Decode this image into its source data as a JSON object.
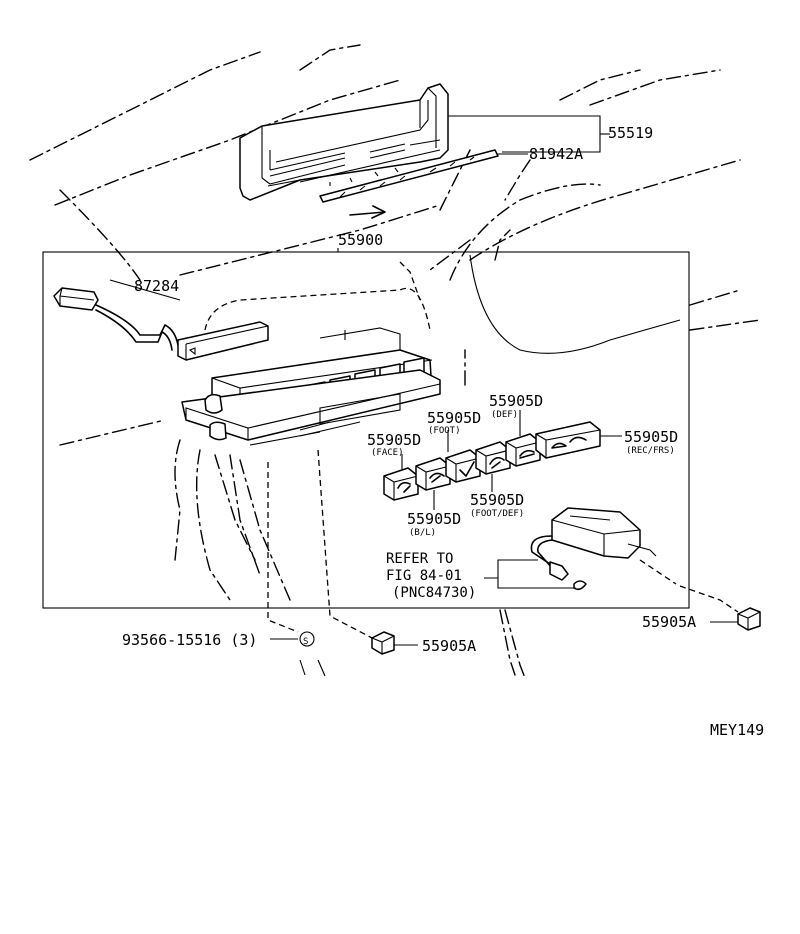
{
  "diagram_id": "MEY149",
  "parts": {
    "p55519": "55519",
    "p81942A": "81942A",
    "p55900": "55900",
    "p87284": "87284",
    "p55905D_face": "55905D",
    "p55905D_face_sub": "(FACE)",
    "p55905D_foot": "55905D",
    "p55905D_foot_sub": "(FOOT)",
    "p55905D_def": "55905D",
    "p55905D_def_sub": "(DEF)",
    "p55905D_rec": "55905D",
    "p55905D_rec_sub": "(REC/FRS)",
    "p55905D_footdef": "55905D",
    "p55905D_footdef_sub": "(FOOT/DEF)",
    "p55905D_bl": "55905D",
    "p55905D_bl_sub": "(B/L)",
    "p93566": "93566-15516 (3)",
    "p55905A_center": "55905A",
    "p55905A_right": "55905A",
    "screw_symbol": "S"
  },
  "refer": {
    "line1": "REFER TO",
    "line2": "FIG 84-01",
    "line3": "(PNC84730)"
  }
}
